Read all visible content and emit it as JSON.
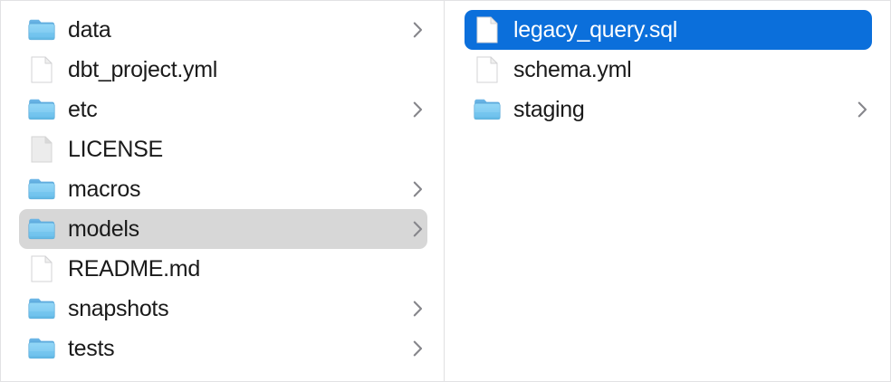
{
  "window": {
    "title": "Finder Column View",
    "background_color": "#ffffff",
    "border_color": "#e2e2e4",
    "divider_color": "#e0e0e2"
  },
  "colors": {
    "selection_blue": "#0b6fdb",
    "selection_gray": "#d7d7d7",
    "folder_blue_top": "#79c0ee",
    "folder_blue_body": "#8ad2f5",
    "folder_edge": "#5aa8d8",
    "file_white": "#ffffff",
    "file_outline": "#d2d2d4",
    "file_gray": "#ededed",
    "text_primary": "#1a1a1a",
    "text_selected": "#ffffff",
    "chevron_gray": "#86868b"
  },
  "columns": [
    {
      "name": "parent-column",
      "items": [
        {
          "label": "data",
          "kind": "folder",
          "icon": "folder-icon",
          "has_chevron": true,
          "selected": false,
          "selection": "none"
        },
        {
          "label": "dbt_project.yml",
          "kind": "file",
          "icon": "document-icon",
          "has_chevron": false,
          "selected": false,
          "selection": "none"
        },
        {
          "label": "etc",
          "kind": "folder",
          "icon": "folder-icon",
          "has_chevron": true,
          "selected": false,
          "selection": "none"
        },
        {
          "label": "LICENSE",
          "kind": "file-gray",
          "icon": "document-gray-icon",
          "has_chevron": false,
          "selected": false,
          "selection": "none"
        },
        {
          "label": "macros",
          "kind": "folder",
          "icon": "folder-icon",
          "has_chevron": true,
          "selected": false,
          "selection": "none"
        },
        {
          "label": "models",
          "kind": "folder",
          "icon": "folder-icon",
          "has_chevron": true,
          "selected": true,
          "selection": "gray"
        },
        {
          "label": "README.md",
          "kind": "file",
          "icon": "document-icon",
          "has_chevron": false,
          "selected": false,
          "selection": "none"
        },
        {
          "label": "snapshots",
          "kind": "folder",
          "icon": "folder-icon",
          "has_chevron": true,
          "selected": false,
          "selection": "none"
        },
        {
          "label": "tests",
          "kind": "folder",
          "icon": "folder-icon",
          "has_chevron": true,
          "selected": false,
          "selection": "none"
        }
      ]
    },
    {
      "name": "child-column",
      "items": [
        {
          "label": "legacy_query.sql",
          "kind": "file",
          "icon": "document-icon",
          "has_chevron": false,
          "selected": true,
          "selection": "blue"
        },
        {
          "label": "schema.yml",
          "kind": "file",
          "icon": "document-icon",
          "has_chevron": false,
          "selected": false,
          "selection": "none"
        },
        {
          "label": "staging",
          "kind": "folder",
          "icon": "folder-icon",
          "has_chevron": true,
          "selected": false,
          "selection": "none"
        }
      ]
    }
  ]
}
